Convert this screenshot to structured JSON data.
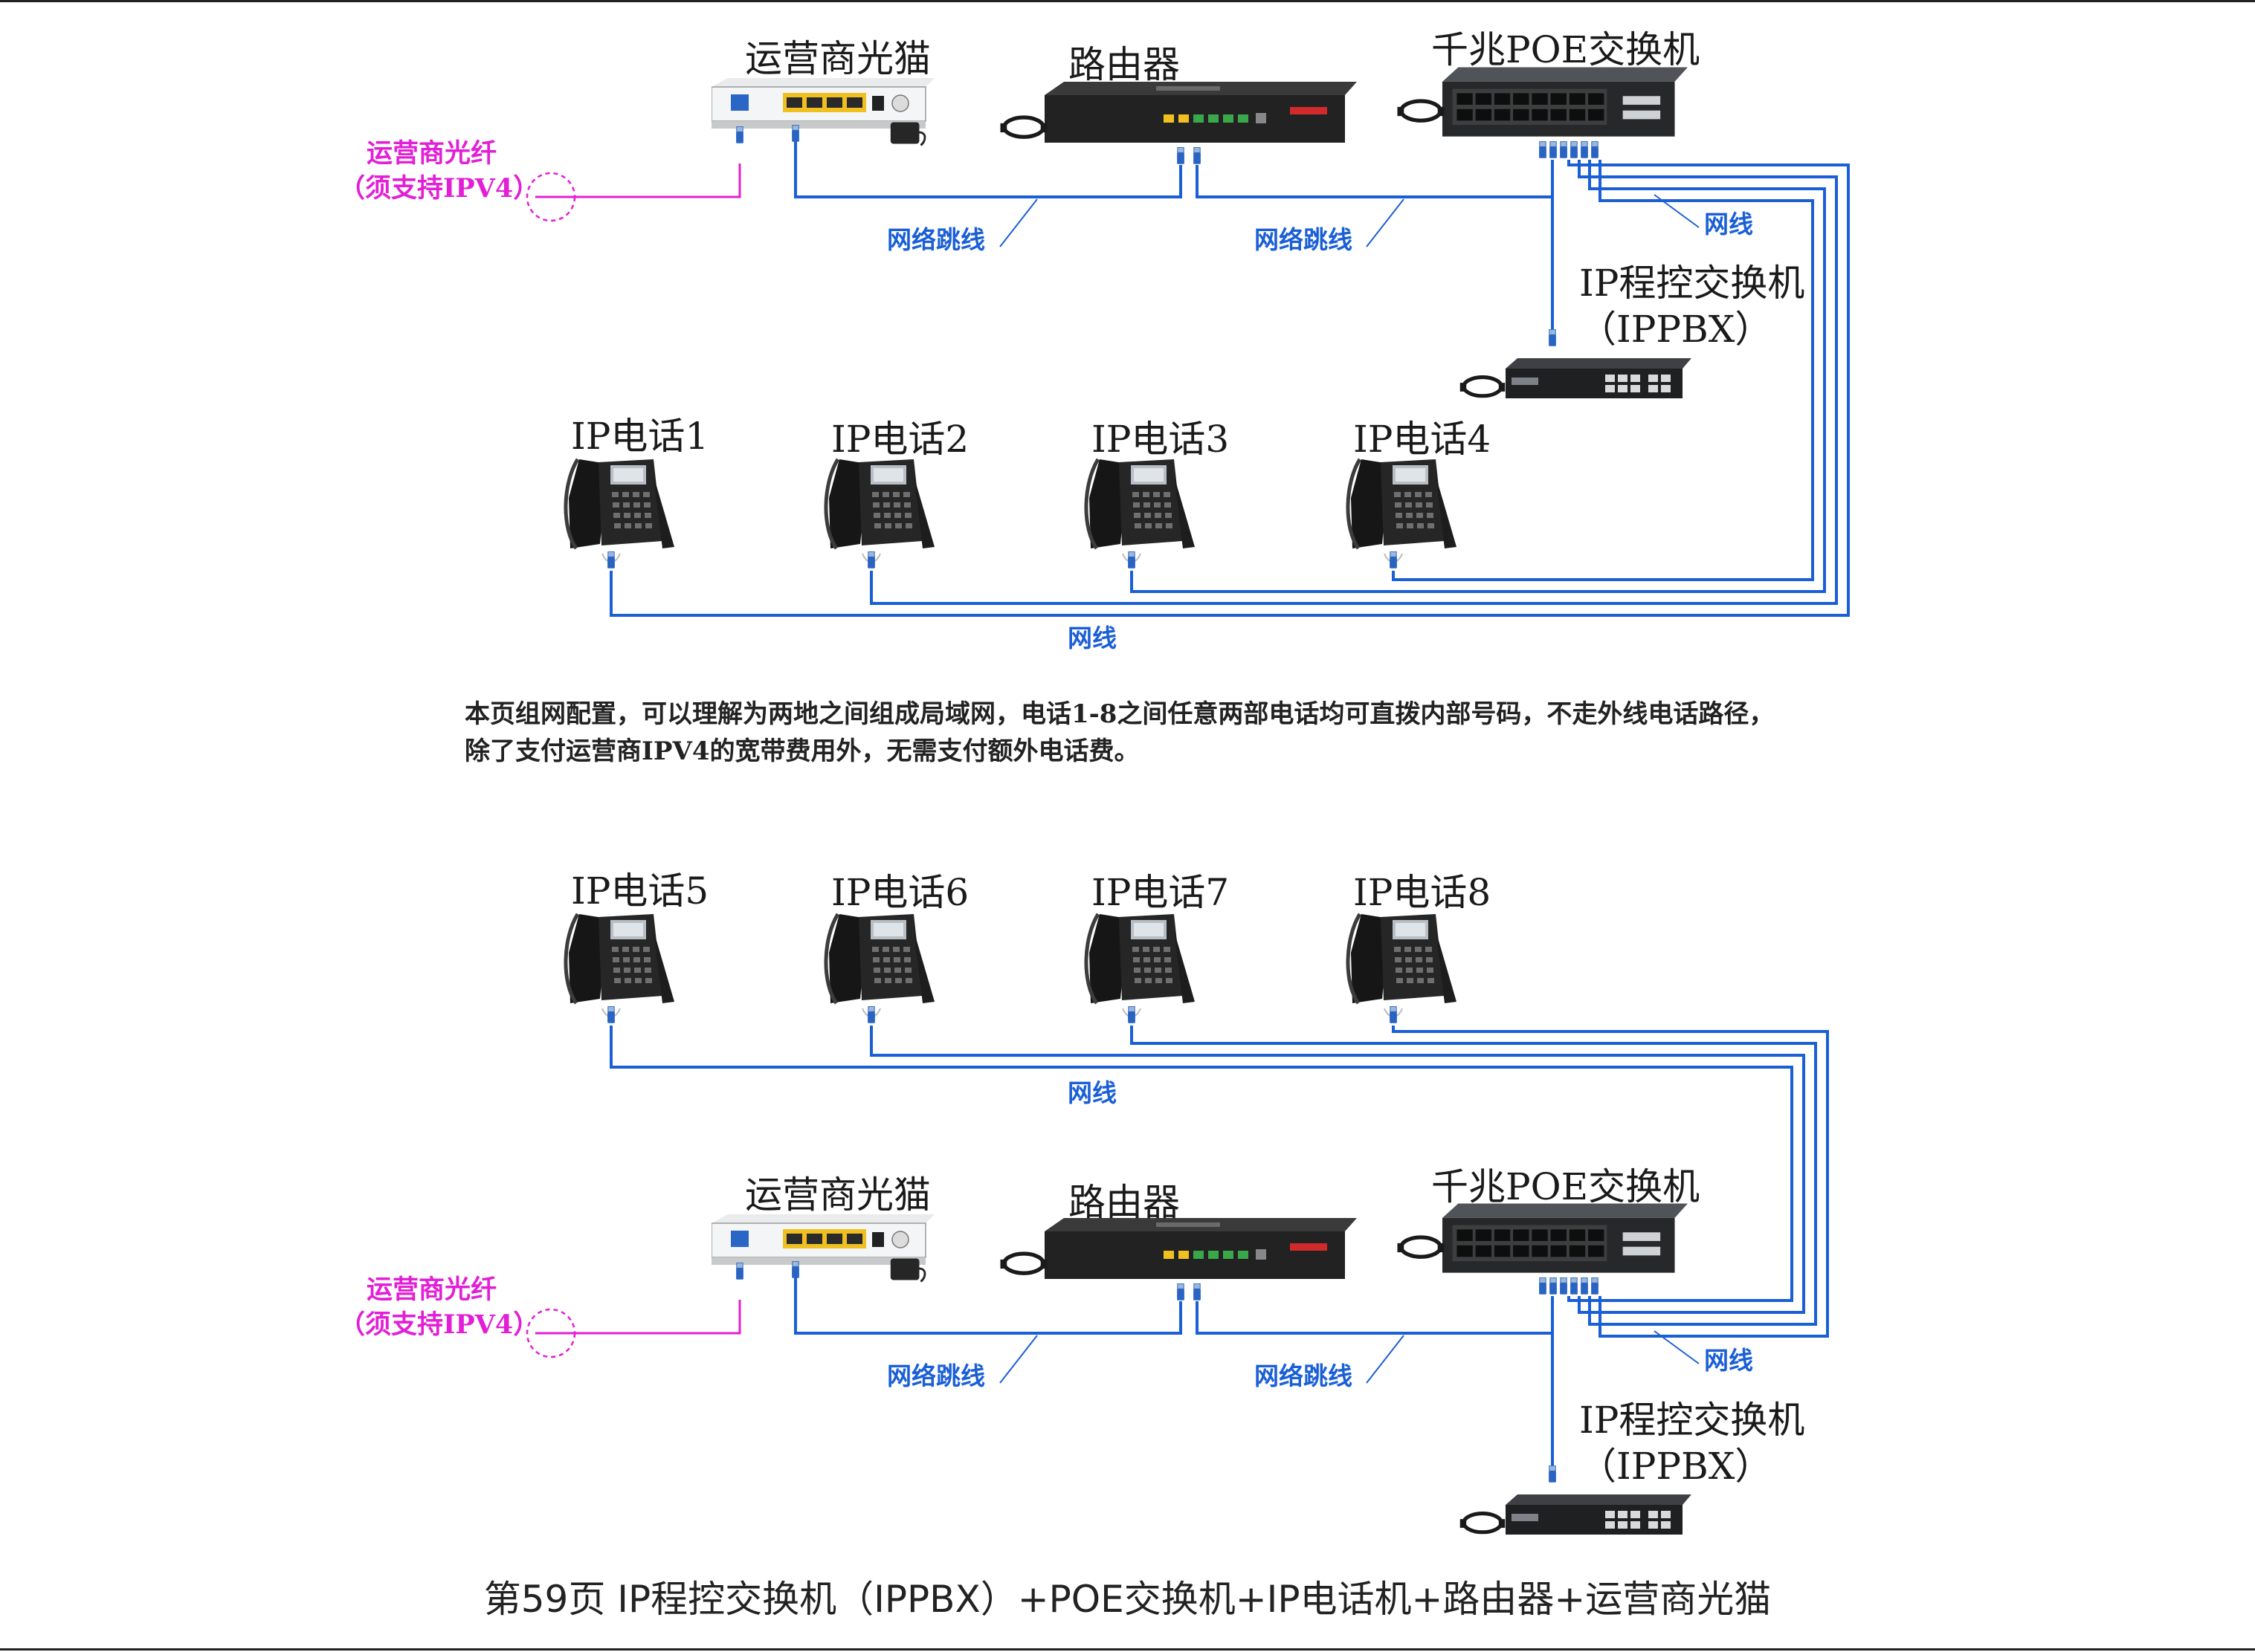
{
  "colors": {
    "cable": "#1a5fd6",
    "fiber": "#e21fd6",
    "device": "#2a2a2a",
    "port_yellow": "#f0c020",
    "port_green": "#3aa84a",
    "text": "#1a1a1a"
  },
  "icons": {
    "modem": "onu-modem-icon",
    "router": "router-icon",
    "switch": "poe-switch-icon",
    "ippbx": "ippbx-icon",
    "phone": "ip-phone-icon",
    "adapter": "power-adapter-icon",
    "connector": "rj45-connector-icon"
  },
  "top": {
    "modem": "运营商光猫",
    "router": "路由器",
    "switch": "千兆POE交换机",
    "fiber_line1": "运营商光纤",
    "fiber_line2": "（须支持IPV4）",
    "patch1": "网络跳线",
    "patch2": "网络跳线",
    "cable_right": "网线",
    "cable_bottom": "网线",
    "pbx_line1": "IP程控交换机",
    "pbx_line2": "（IPPBX）",
    "phones": [
      "IP电话1",
      "IP电话2",
      "IP电话3",
      "IP电话4"
    ]
  },
  "note": {
    "line1": "本页组网配置，可以理解为两地之间组成局域网，电话1-8之间任意两部电话均可直拨内部号码，不走外线电话路径，",
    "line2": "除了支付运营商IPV4的宽带费用外，无需支付额外电话费。"
  },
  "bottom": {
    "phones": [
      "IP电话5",
      "IP电话6",
      "IP电话7",
      "IP电话8"
    ],
    "cable_top": "网线",
    "modem": "运营商光猫",
    "router": "路由器",
    "switch": "千兆POE交换机",
    "fiber_line1": "运营商光纤",
    "fiber_line2": "（须支持IPV4）",
    "patch1": "网络跳线",
    "patch2": "网络跳线",
    "cable_right": "网线",
    "pbx_line1": "IP程控交换机",
    "pbx_line2": "（IPPBX）"
  },
  "caption": "第59页  IP程控交换机（IPPBX）+POE交换机+IP电话机+路由器+运营商光猫"
}
